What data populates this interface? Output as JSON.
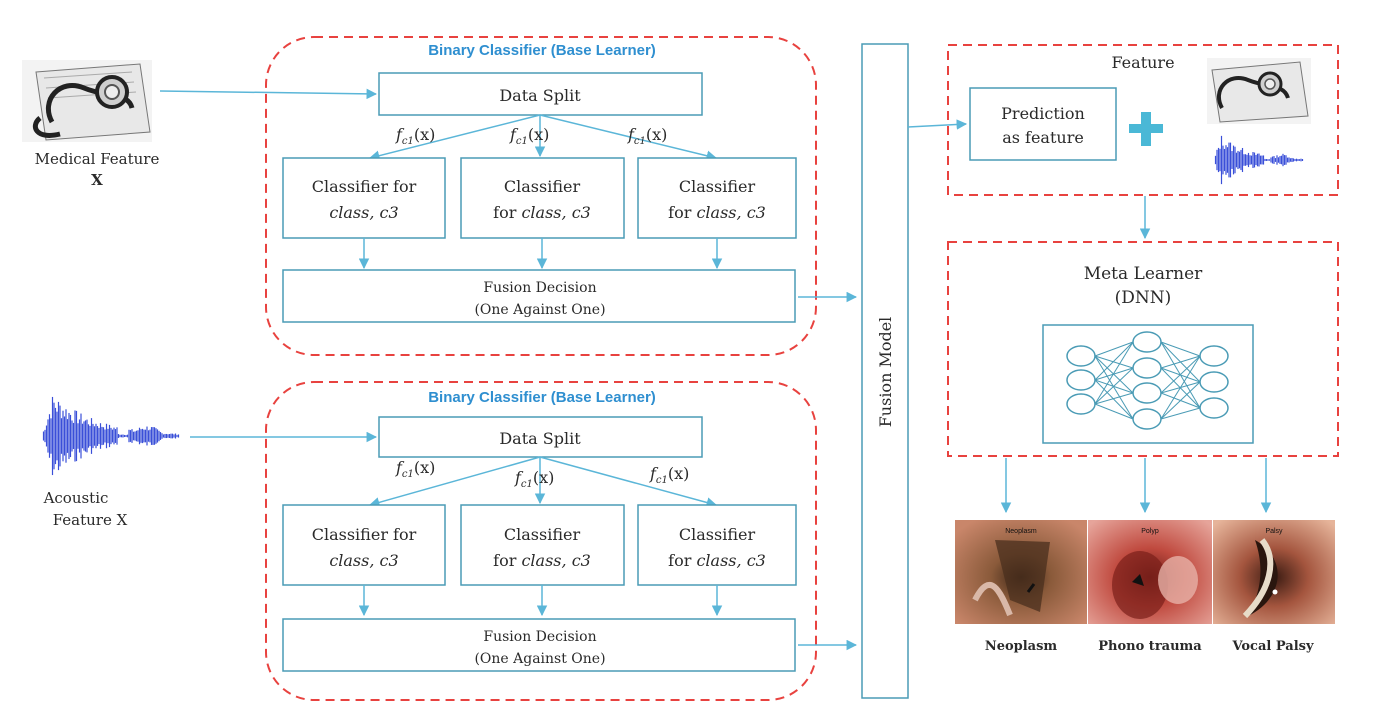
{
  "inputs": {
    "medical_label_line1": "Medical Feature",
    "medical_label_line2": "X",
    "acoustic_label_line1": "Acoustic",
    "acoustic_label_line2": "Feature X"
  },
  "base_learner": {
    "title": "Binary Classifier (Base Learner)",
    "data_split": "Data Split",
    "split_func": "f",
    "split_sub": "c1",
    "split_arg": "(x)",
    "classifier_for": "Classifier for",
    "classifier": "Classifier",
    "for": "for",
    "class_word": "class,",
    "class_var": "c3",
    "fusion_line1": "Fusion Decision",
    "fusion_line2": "(One Against One)"
  },
  "fusion_model": "Fusion Model",
  "feature_box": {
    "title": "Feature",
    "prediction_line1": "Prediction",
    "prediction_line2": "as feature",
    "plus": "+"
  },
  "meta_learner": {
    "line1": "Meta Learner",
    "line2": "(DNN)"
  },
  "outputs": [
    "Neoplasm",
    "Phono trauma",
    "Vocal Palsy"
  ],
  "image_captions": [
    "Neoplasm",
    "Polyp",
    "Palsy"
  ],
  "colors": {
    "arrow": "#5bb6d8",
    "box_border": "#4a9bb5",
    "dashed_red": "#e8423f",
    "title_blue": "#2f8fd0",
    "plus": "#4ab8d6",
    "waveform": "#3a4fd8"
  }
}
